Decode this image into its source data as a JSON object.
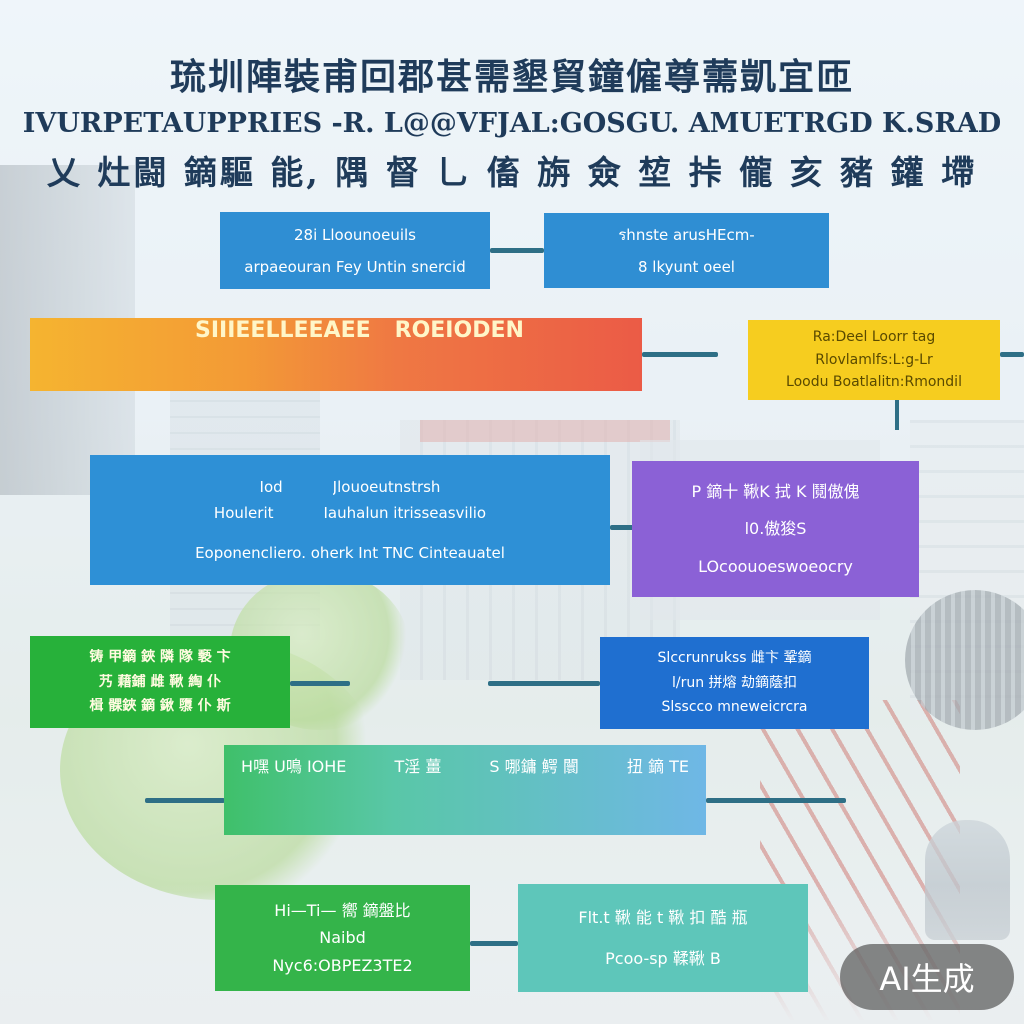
{
  "titles": {
    "line1": "琉圳陣裝甫回郡甚需墾貿鐘僱尊薷凱宜匝",
    "line2": "IVURPETAUPPRIES -R. L@@VFJAL:GOSGU. AMUETRGD K.SRAD",
    "line3": "乂 灶闘 鏑驅 能,  隅 督 乚 傗 旃 僉 堏 挊  儱 亥 豬 鑵 墆"
  },
  "boxes": {
    "top_left": {
      "line1": "28i Lloounoeuils",
      "line2": "arpaeouran Fey Untin snercid"
    },
    "top_right": {
      "line1": "รhnste arusHEcm-",
      "line2": "8 lkyunt oeel"
    },
    "orange_banner": {
      "left": "SIIIEELLEEAEE",
      "right": "ROEIODEN"
    },
    "yellow": {
      "line1": "Ra:Deel Loorr tag",
      "line2": "Rlovlamlfs:L:g-Lr",
      "line3": "Loodu Boatlalitn:Rmondil"
    },
    "blue_large": {
      "left1": "Iod",
      "left2": "Houlerit",
      "mid1": "Jlouoeutnstrsh",
      "mid2": "Iauhalun itrisseasvilio",
      "line3": "Eoponencliero. oherk Int TNC Cinteauatel"
    },
    "purple": {
      "line1": "P 鏑十 鞦K 拭 K 鬩傲傀",
      "line2": "l0.傲狻S",
      "line3": "LOcoouoeswoeocry"
    },
    "green_left": {
      "line1": "铸 甲鏑 鋏 隣 隊 褻 卞",
      "line2": "艿 藉鋪 雌 鞦 綯 仆",
      "line3": "楫 髁鋏 鏑 鍬 隳 仆 斯"
    },
    "blue_right": {
      "line1": "Slccrunrukss 雌卞 鞏鏑",
      "line2": "l/run 拼熔 劫鏑蔭扣",
      "line3": "Slsscco mneweicrcra"
    },
    "gradient_band": {
      "left": "H嘿 U鳴 IOHE",
      "mid": "T淫 薑",
      "right1": "S 哪鏞 鰐 闤",
      "right2": "扭 鏑 TE"
    },
    "green_bottom": {
      "line1": "Hi—Ti— 嚮 鏑盤比",
      "line2": "Naibd",
      "line3": "Nyc6:OBPEZ3TE2"
    },
    "teal_bottom": {
      "line1": "Flt.t 鞦 能 t 鞦 扣 酷 瓶",
      "line2": "Pcoo-sp 鞣鞦 B"
    }
  },
  "watermark": {
    "label": "AI生成"
  },
  "colors": {
    "title": "#1f3b5a",
    "blue": "#2f8ed3",
    "orange": "#f39a36",
    "yellow": "#f6cd1f",
    "purple": "#8b61d6",
    "green": "#27b13a",
    "navy_blue": "#1f6fd0",
    "teal": "#5ec6ba",
    "connector": "#2e6f86"
  }
}
